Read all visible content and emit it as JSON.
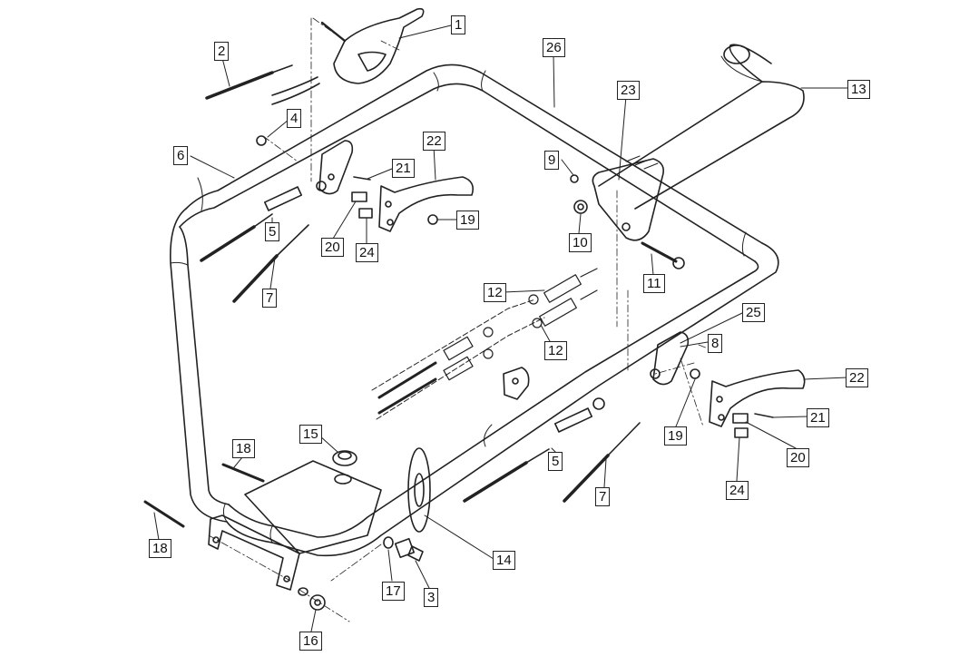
{
  "diagram": {
    "callouts": [
      {
        "id": "c1",
        "text": "1"
      },
      {
        "id": "c2",
        "text": "2"
      },
      {
        "id": "c26",
        "text": "26"
      },
      {
        "id": "c13",
        "text": "13"
      },
      {
        "id": "c23",
        "text": "23"
      },
      {
        "id": "c4",
        "text": "4"
      },
      {
        "id": "c6",
        "text": "6"
      },
      {
        "id": "c22a",
        "text": "22"
      },
      {
        "id": "c21a",
        "text": "21"
      },
      {
        "id": "c9",
        "text": "9"
      },
      {
        "id": "c19a",
        "text": "19"
      },
      {
        "id": "c5a",
        "text": "5"
      },
      {
        "id": "c20a",
        "text": "20"
      },
      {
        "id": "c24a",
        "text": "24"
      },
      {
        "id": "c10",
        "text": "10"
      },
      {
        "id": "c11",
        "text": "11"
      },
      {
        "id": "c7a",
        "text": "7"
      },
      {
        "id": "c12a",
        "text": "12"
      },
      {
        "id": "c25",
        "text": "25"
      },
      {
        "id": "c8",
        "text": "8"
      },
      {
        "id": "c12b",
        "text": "12"
      },
      {
        "id": "c22b",
        "text": "22"
      },
      {
        "id": "c21b",
        "text": "21"
      },
      {
        "id": "c19b",
        "text": "19"
      },
      {
        "id": "c20b",
        "text": "20"
      },
      {
        "id": "c15",
        "text": "15"
      },
      {
        "id": "c18a",
        "text": "18"
      },
      {
        "id": "c5b",
        "text": "5"
      },
      {
        "id": "c24b",
        "text": "24"
      },
      {
        "id": "c7b",
        "text": "7"
      },
      {
        "id": "c18b",
        "text": "18"
      },
      {
        "id": "c14",
        "text": "14"
      },
      {
        "id": "c17",
        "text": "17"
      },
      {
        "id": "c3",
        "text": "3"
      },
      {
        "id": "c16",
        "text": "16"
      }
    ]
  }
}
